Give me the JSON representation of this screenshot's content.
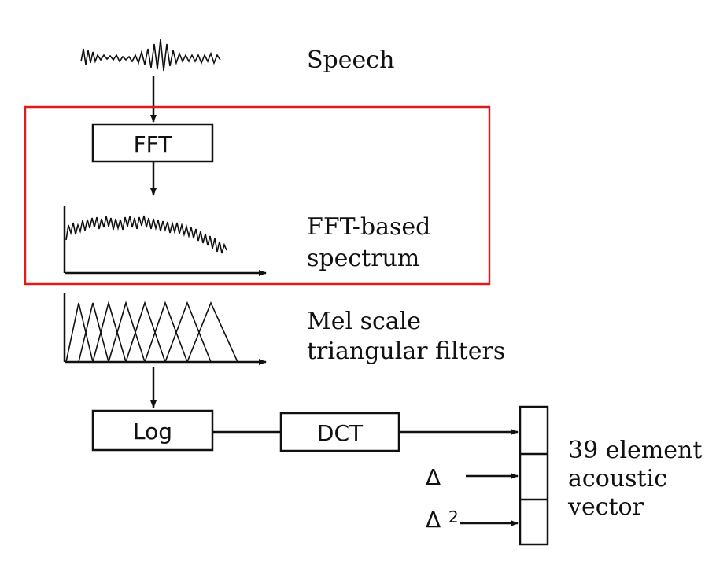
{
  "labels": {
    "speech": "Speech",
    "fft_spectrum_line1": "FFT-based",
    "fft_spectrum_line2": "spectrum",
    "mel_line1": "Mel scale",
    "mel_line2": "triangular filters",
    "vector_line1": "39 element",
    "vector_line2": "acoustic",
    "vector_line3": "vector"
  },
  "blocks": {
    "fft": "FFT",
    "log": "Log",
    "dct": "DCT"
  },
  "deltas": {
    "delta": "Δ",
    "delta2_symbol": "Δ",
    "delta2_exponent": "2"
  },
  "colors": {
    "highlight_box": "#e01b1b",
    "ink": "#111111"
  }
}
